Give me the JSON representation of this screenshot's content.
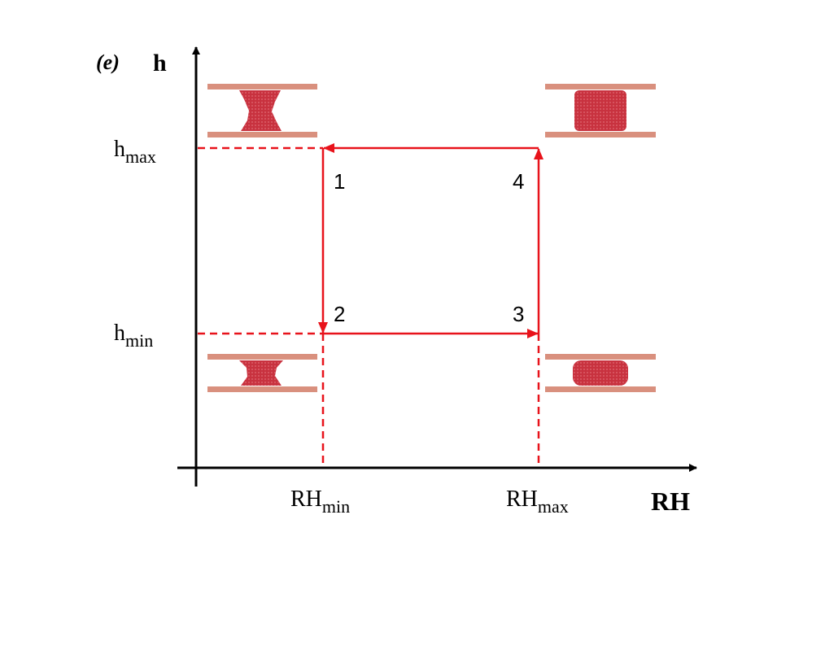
{
  "panel_label": "(e)",
  "y_axis_label": "h",
  "x_axis_label": "RH",
  "y_ticks": [
    {
      "base": "h",
      "sub": "max"
    },
    {
      "base": "h",
      "sub": "min"
    }
  ],
  "x_ticks": [
    {
      "base": "RH",
      "sub": "min"
    },
    {
      "base": "RH",
      "sub": "max"
    }
  ],
  "steps": [
    "1",
    "2",
    "3",
    "4"
  ],
  "colors": {
    "cycle": "#e8131b",
    "plate": "#d9907e",
    "blob": "#c8323f",
    "axis": "#000000"
  }
}
